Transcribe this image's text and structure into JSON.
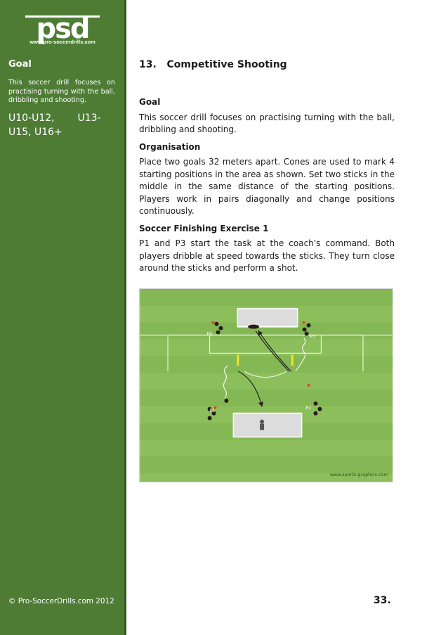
{
  "sidebar": {
    "logo_text": "psd",
    "logo_url": "www.pro-soccerdrills.com",
    "heading": "Goal",
    "description": "This soccer drill focuses on practising turning with the ball, dribbling and shooting.",
    "age_groups": [
      "U10-U12,",
      "U13-",
      "U15, U16+"
    ],
    "copyright": "© Pro-SoccerDrills.com 2012"
  },
  "main": {
    "title_number": "13.",
    "title": "Competitive Shooting",
    "sections": [
      {
        "heading": "Goal",
        "text": "This soccer drill focuses on practising turning with the ball, dribbling and shooting."
      },
      {
        "heading": "Organisation",
        "text": "Place two goals 32 meters apart. Cones are used to mark 4 starting positions in the area as shown. Set two sticks in the middle in the same distance of the starting positions. Players work in pairs diagonally and change positions continuously."
      },
      {
        "heading": "Soccer Finishing Exercise 1",
        "text": " P1 and P3 start the task at the coach's command. Both players dribble at speed towards the sticks. They turn close around the sticks and perform a shot."
      }
    ]
  },
  "diagram": {
    "player_labels": [
      "P4",
      "P3",
      "P1",
      "P2"
    ],
    "credit": "www.sports-graphics.com",
    "colors": {
      "pitch_light": "#8cbf5c",
      "pitch_dark": "#7fb352",
      "sticks": "#f2e22a",
      "players": "#2a1a1a"
    }
  },
  "page_number": "33."
}
